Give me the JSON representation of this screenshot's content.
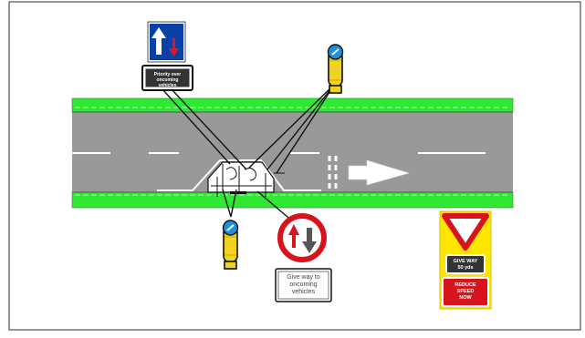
{
  "diagram": {
    "signs": {
      "priority_over_oncoming": {
        "plate_text": "Priority over oncoming vehicles",
        "colors": {
          "background": "#0a3fa6",
          "arrow_main": "#ffffff",
          "arrow_opposing": "#e0141e"
        }
      },
      "give_way_to_oncoming": {
        "plate_text": "Give way to oncoming vehicles",
        "colors": {
          "ring": "#d7141b",
          "arrow_opposing": "#d7141b",
          "arrow_main": "#555555"
        }
      },
      "give_way_distance": {
        "triangle_color": "#d7141b",
        "distance_text": "GIVE WAY 50 yds",
        "warning_text": "REDUCE SPEED NOW",
        "colors": {
          "backing": "#ffe600",
          "warning_panel": "#d7141b"
        }
      }
    },
    "bollards": [
      {
        "name": "bollard-top",
        "icon": "keep-left-bollard-icon",
        "colors": {
          "body": "#f0d21f",
          "disc": "#1e8fe0"
        }
      },
      {
        "name": "bollard-bottom",
        "icon": "keep-left-bollard-icon",
        "colors": {
          "body": "#f0d21f",
          "disc": "#1e8fe0"
        }
      }
    ],
    "road": {
      "colors": {
        "verge": "#2ee832",
        "carriageway": "#999999",
        "markings": "#ffffff",
        "edge_line": "#333333"
      }
    }
  }
}
